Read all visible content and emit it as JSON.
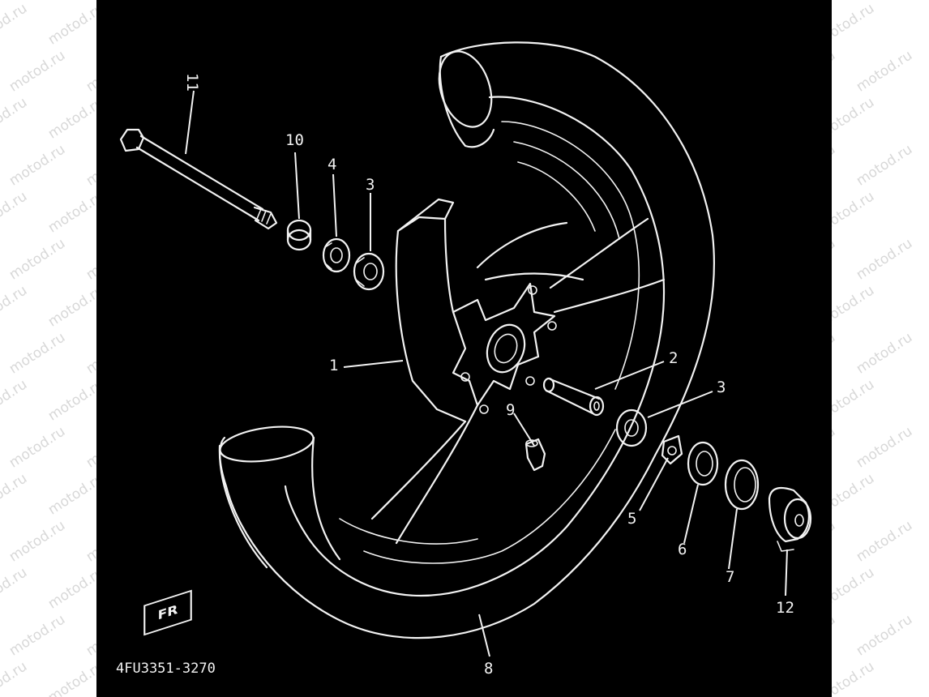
{
  "watermark": {
    "text": "motod.ru",
    "color": "#d8d8d8"
  },
  "diagram": {
    "background": "#000000",
    "line_color": "#f2f2f2",
    "code": "4FU3351-3270",
    "direction_badge": "FR",
    "parts": [
      {
        "number": "1",
        "name": "wheel-cast"
      },
      {
        "number": "2",
        "name": "spacer"
      },
      {
        "number": "3",
        "name": "bearing"
      },
      {
        "number": "3",
        "name": "bearing"
      },
      {
        "number": "4",
        "name": "bearing"
      },
      {
        "number": "5",
        "name": "washer"
      },
      {
        "number": "6",
        "name": "seal"
      },
      {
        "number": "7",
        "name": "collar"
      },
      {
        "number": "8",
        "name": "tire"
      },
      {
        "number": "9",
        "name": "valve"
      },
      {
        "number": "10",
        "name": "collar"
      },
      {
        "number": "11",
        "name": "axle"
      },
      {
        "number": "12",
        "name": "gear-unit"
      }
    ]
  }
}
